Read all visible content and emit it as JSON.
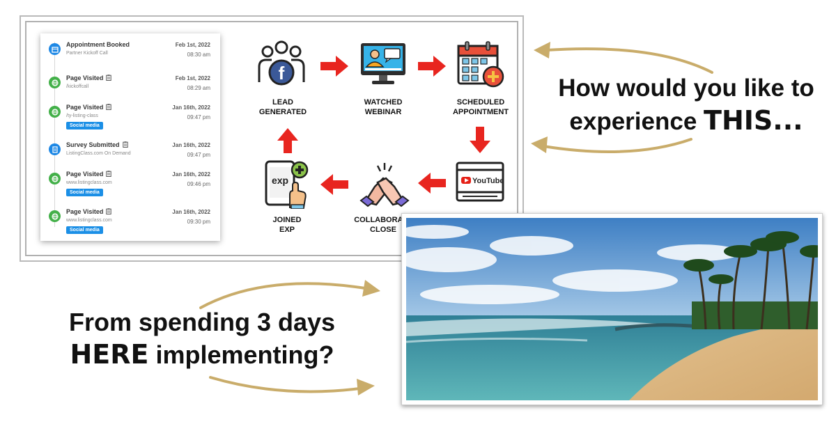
{
  "activity": {
    "items": [
      {
        "title": "Appointment Booked",
        "sub": "Partner Kickoff Call",
        "date": "Feb 1st, 2022",
        "time": "08:30 am",
        "badge": "",
        "clip": false,
        "color": "#1e88e5",
        "icon": "calendar-icon"
      },
      {
        "title": "Page Visited",
        "sub": "/kickoffcall",
        "date": "Feb 1st, 2022",
        "time": "08:29 am",
        "badge": "",
        "clip": true,
        "color": "#43b049",
        "icon": "globe-icon"
      },
      {
        "title": "Page Visited",
        "sub": "/ty-listing-class",
        "date": "Jan 16th, 2022",
        "time": "09:47 pm",
        "badge": "Social media",
        "clip": true,
        "color": "#43b049",
        "icon": "globe-icon"
      },
      {
        "title": "Survey Submitted",
        "sub": "ListingClass.com On Demand",
        "date": "Jan 16th, 2022",
        "time": "09:47 pm",
        "badge": "",
        "clip": true,
        "color": "#1e88e5",
        "icon": "form-icon"
      },
      {
        "title": "Page Visited",
        "sub": "www.listingclass.com",
        "date": "Jan 16th, 2022",
        "time": "09:46 pm",
        "badge": "Social media",
        "clip": true,
        "color": "#43b049",
        "icon": "globe-icon"
      },
      {
        "title": "Page Visited",
        "sub": "www.listingclass.com",
        "date": "Jan 16th, 2022",
        "time": "09:30 pm",
        "badge": "Social media",
        "clip": true,
        "color": "#43b049",
        "icon": "globe-icon"
      }
    ]
  },
  "flow": {
    "steps": [
      {
        "label": "LEAD\nGENERATED",
        "icon": "facebook-group-icon"
      },
      {
        "label": "WATCHED\nWEBINAR",
        "icon": "webinar-icon"
      },
      {
        "label": "SCHEDULED\nAPPOINTMENT",
        "icon": "calendar-plus-icon"
      },
      {
        "label": "",
        "icon": "youtube-icon"
      },
      {
        "label": "COLLABORATE\nCLOSE",
        "icon": "handshake-icon"
      },
      {
        "label": "JOINED\nEXP",
        "icon": "exp-phone-icon"
      }
    ],
    "youtube_text": "YouTube",
    "exp_text": "exp",
    "facebook_letter": "f"
  },
  "headline_top": {
    "line1": "How would you like to",
    "line2_a": "experience ",
    "line2_b": "THIS..."
  },
  "headline_bottom": {
    "line1": "From spending 3 days",
    "line2_a": "HERE",
    "line2_b": " implementing?"
  },
  "colors": {
    "arrow_red": "#e8251f",
    "curve_gold": "#c9ac6a"
  }
}
